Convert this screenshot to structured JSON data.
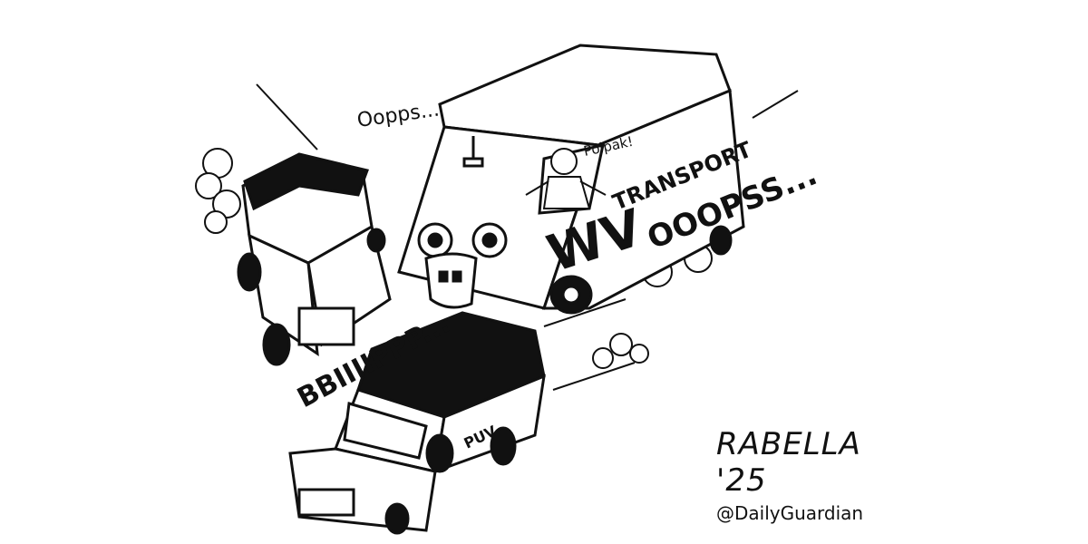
{
  "sound_effects": {
    "oops_left": "Oopps...",
    "polpak": "Polpak!",
    "ooopss": "OOOPSS...",
    "bbiiiippp": "BBIIIIPPP..."
  },
  "vehicles": {
    "van_brand": "WV",
    "van_text": "TRANSPORT",
    "jeepney_text": "PUV"
  },
  "credit": {
    "signature": "RABELLA '25",
    "handle": "@DailyGuardian"
  }
}
